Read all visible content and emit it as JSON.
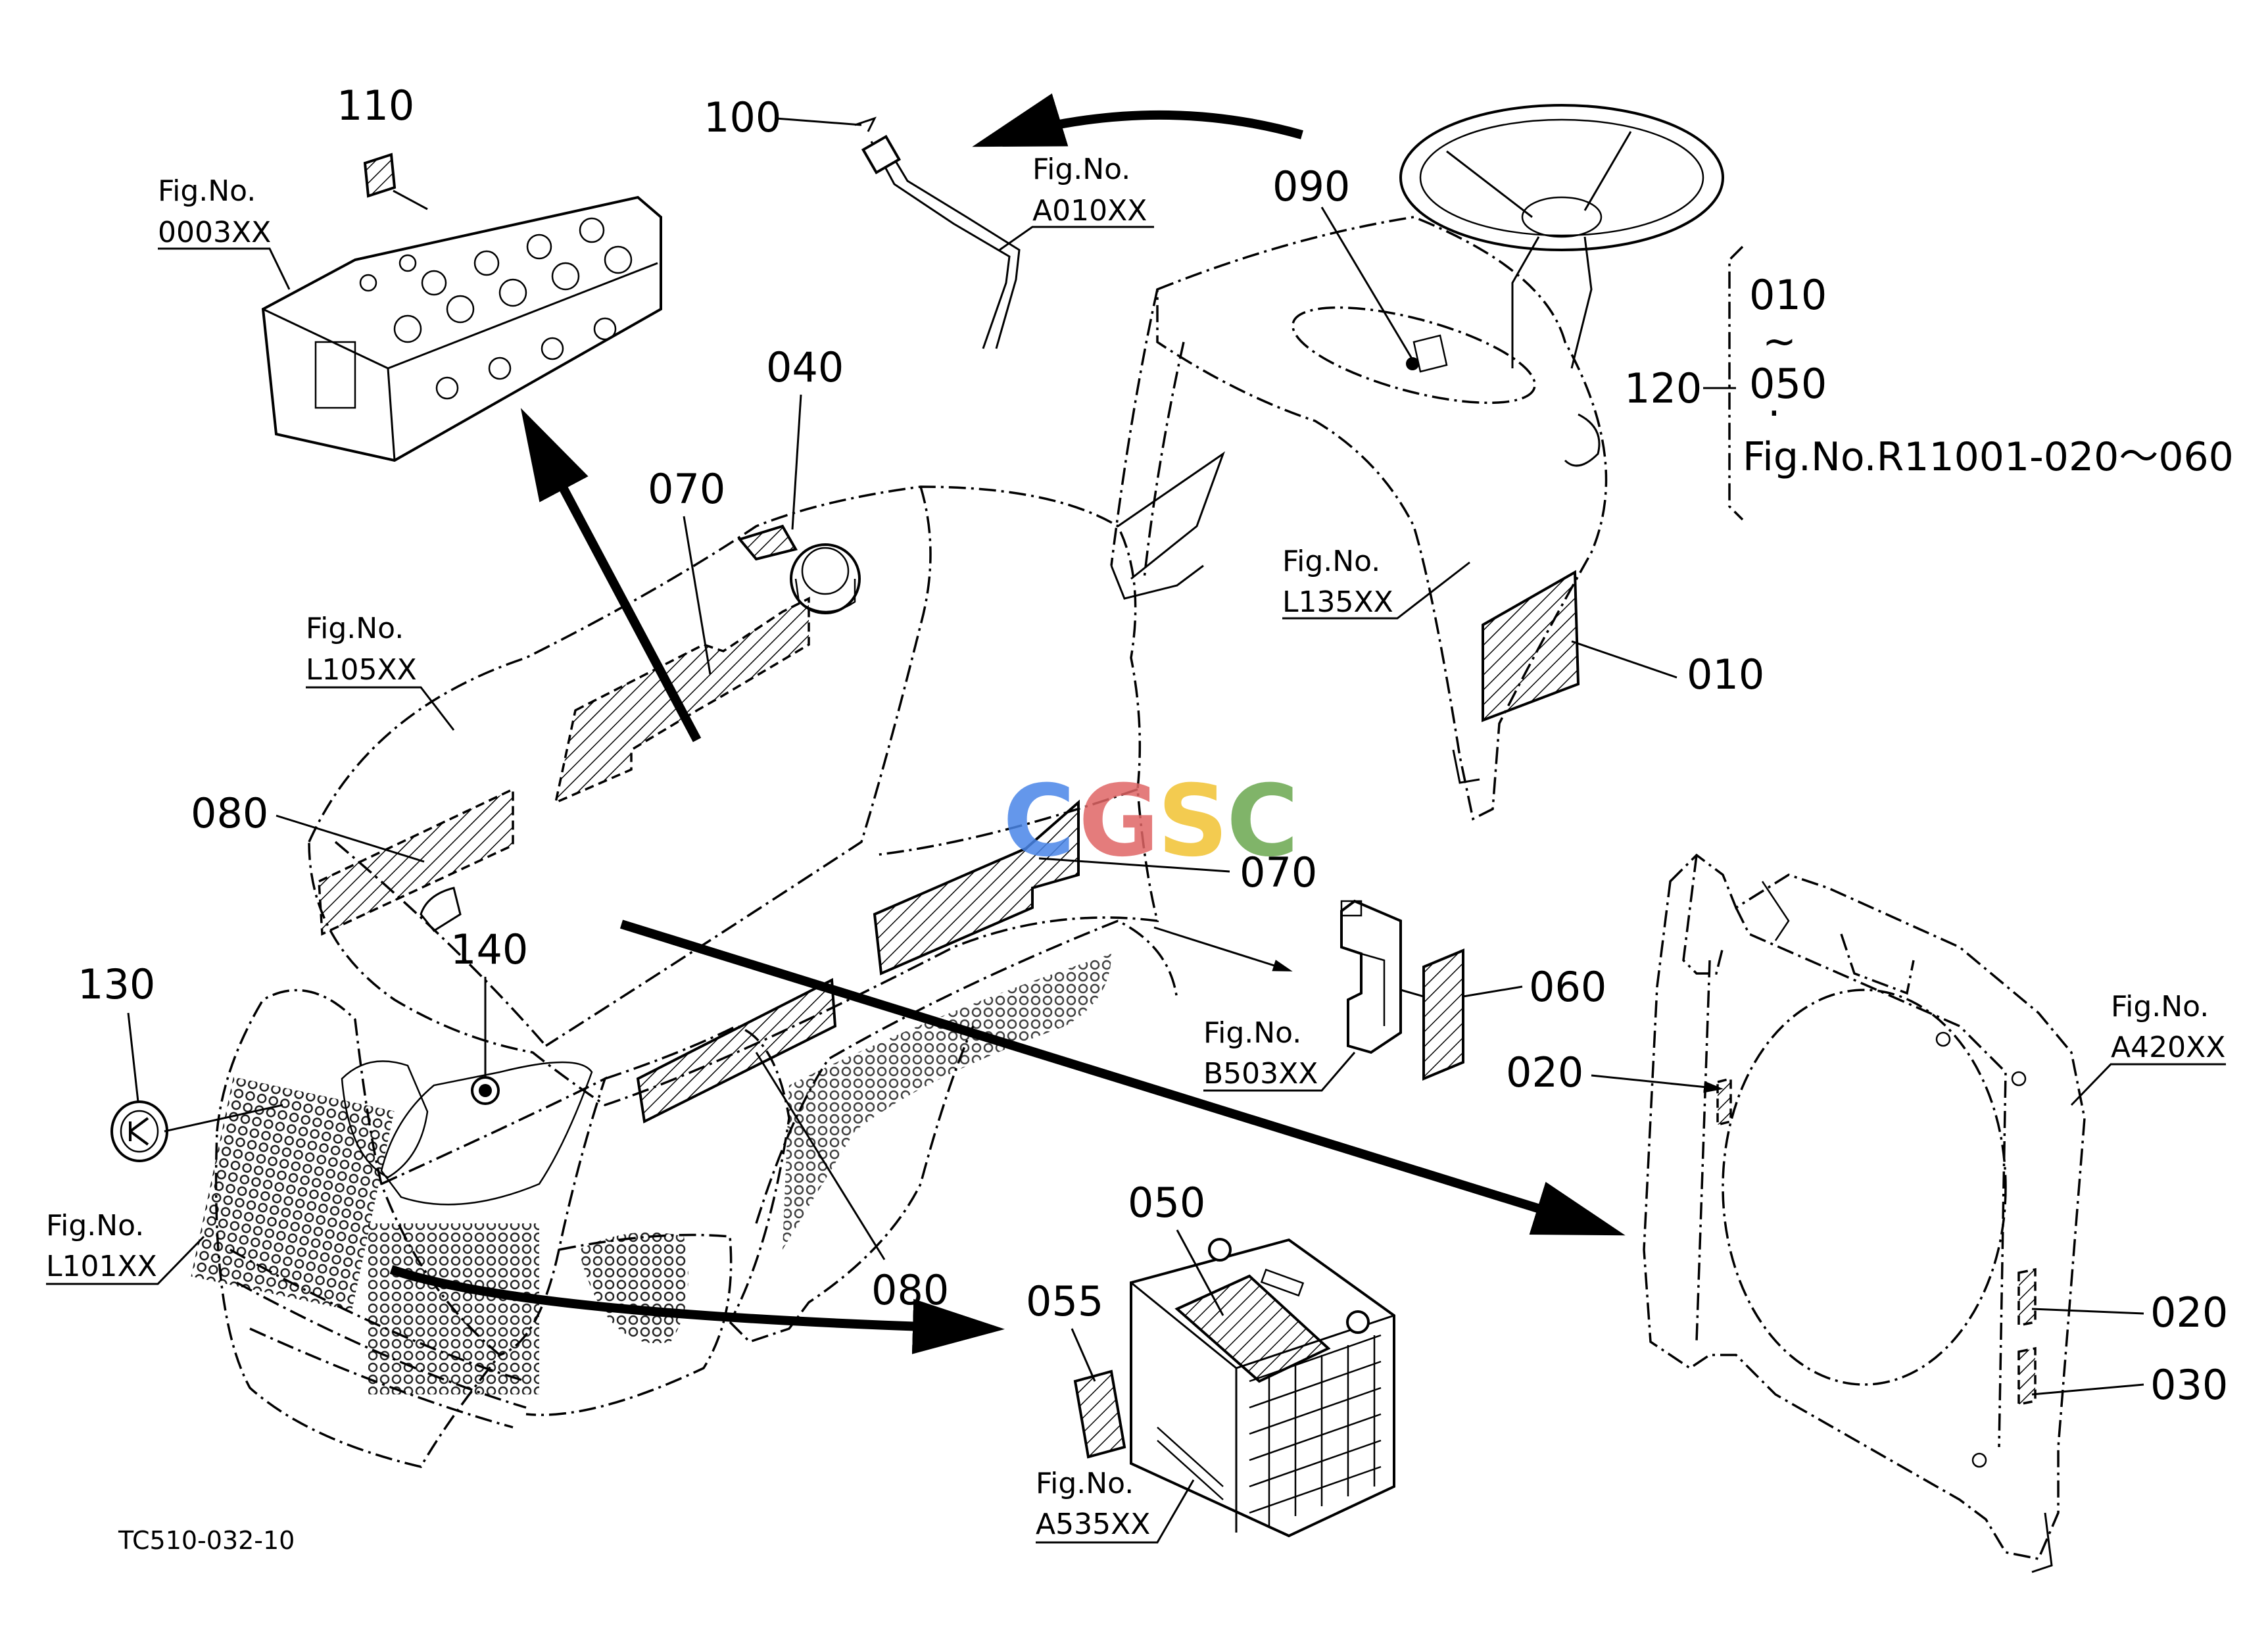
{
  "labels": {
    "n110": "110",
    "n100": "100",
    "n090": "090",
    "n120": "120",
    "n010a": "010",
    "tilde": "~",
    "n050a": "050",
    "dot": "·",
    "n040": "040",
    "n070a": "070",
    "n080a": "080",
    "n070b": "070",
    "n010b": "010",
    "n060": "060",
    "n130": "130",
    "n140": "140",
    "n020a": "020",
    "n080b": "080",
    "n055": "055",
    "n050b": "050",
    "n020b": "020",
    "n030": "030"
  },
  "figrefs": {
    "f0003": {
      "title": "Fig.No.",
      "code": "0003XX"
    },
    "fA010": {
      "title": "Fig.No.",
      "code": "A010XX"
    },
    "fL105": {
      "title": "Fig.No.",
      "code": "L105XX"
    },
    "fL135": {
      "title": "Fig.No.",
      "code": "L135XX"
    },
    "fB503": {
      "title": "Fig.No.",
      "code": "B503XX"
    },
    "fA420": {
      "title": "Fig.No.",
      "code": "A420XX"
    },
    "fL101": {
      "title": "Fig.No.",
      "code": "L101XX"
    },
    "fA535": {
      "title": "Fig.No.",
      "code": "A535XX"
    }
  },
  "range_ref": "Fig.No.R11001-020～060",
  "drawing_code": "TC510-032-10",
  "watermark": {
    "text": "CGSC",
    "colors": [
      "#4a86e8",
      "#e06666",
      "#f1c232",
      "#6aa84f"
    ]
  }
}
